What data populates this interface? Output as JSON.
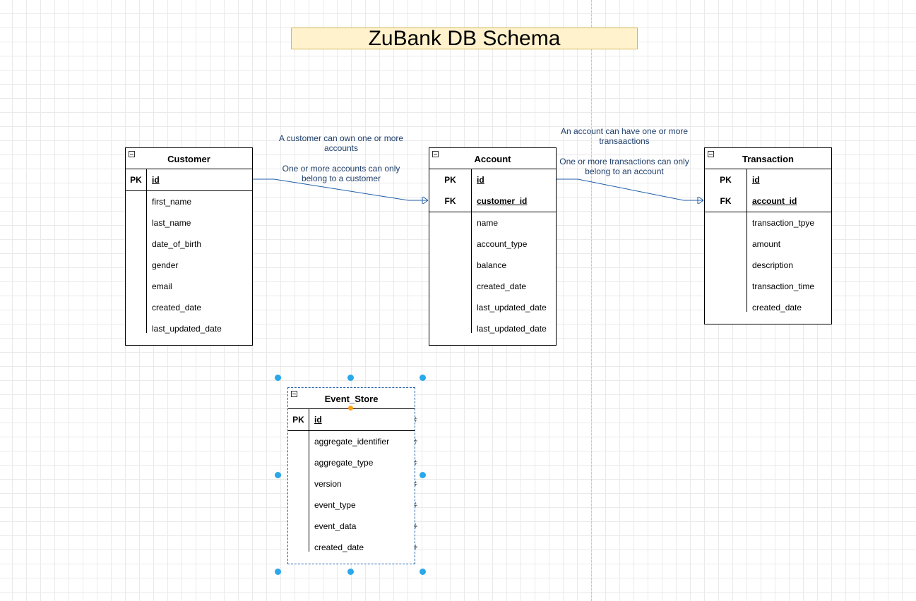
{
  "title": "ZuBank DB Schema",
  "tables": {
    "customer": {
      "name": "Customer",
      "pk_rows": [
        {
          "key": "PK",
          "field": "id"
        }
      ],
      "fields": [
        "first_name",
        "last_name",
        "date_of_birth",
        "gender",
        "email",
        "created_date",
        "last_updated_date"
      ]
    },
    "account": {
      "name": "Account",
      "pk_rows": [
        {
          "key": "PK",
          "field": "id"
        },
        {
          "key": "FK",
          "field": "customer_id"
        }
      ],
      "fields": [
        "name",
        "account_type",
        "balance",
        "created_date",
        "last_updated_date",
        "last_updated_date"
      ]
    },
    "transaction": {
      "name": "Transaction",
      "pk_rows": [
        {
          "key": "PK",
          "field": "id"
        },
        {
          "key": "FK",
          "field": "account_id"
        }
      ],
      "fields": [
        "transaction_tpye",
        "amount",
        "description",
        "transaction_time",
        "created_date"
      ]
    },
    "event_store": {
      "name": "Event_Store",
      "pk_rows": [
        {
          "key": "PK",
          "field": "id"
        }
      ],
      "fields": [
        "aggregate_identifier",
        "aggregate_type",
        "version",
        "event_type",
        "event_data",
        "created_date"
      ]
    }
  },
  "labels": {
    "customer_account_top": "A customer can own one or more accounts",
    "customer_account_bottom": "One or more accounts can only belong to a customer",
    "account_transaction_top": "An account can have one or more transaactions",
    "account_transaction_bottom": "One or more transactions can only belong to an account"
  },
  "colors": {
    "edge": "#1f5ea8",
    "title_fill": "#fff2cc",
    "title_border": "#d6b656",
    "selection_handle": "#29a8ea",
    "anchor": "#ff9f1a"
  }
}
